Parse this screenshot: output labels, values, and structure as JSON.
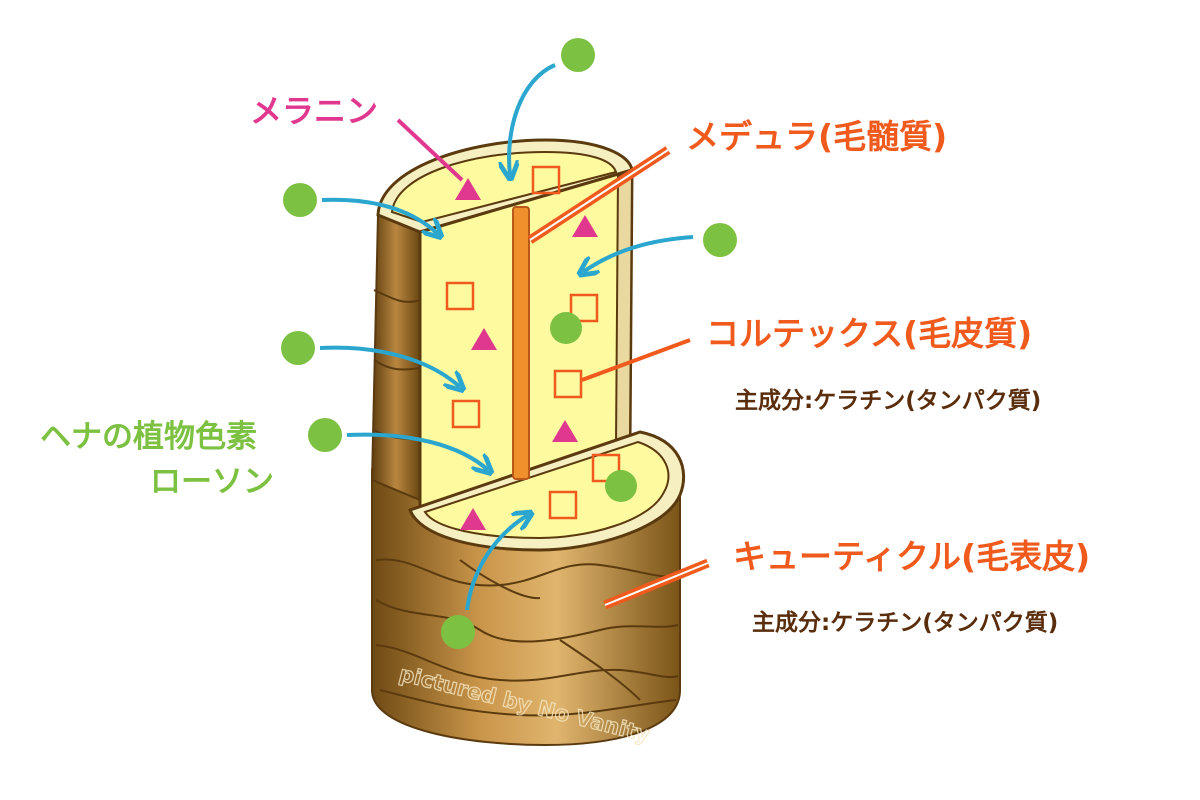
{
  "labels": {
    "melanin": "メラニン",
    "medulla": "メデュラ(毛髄質)",
    "cortex": "コルテックス(毛皮質)",
    "cortex_component": "主成分:ケラチン(タンパク質)",
    "henna_line1": "ヘナの植物色素",
    "henna_line2": "ローソン",
    "cuticle": "キューティクル(毛表皮)",
    "cuticle_component": "主成分:ケラチン(タンパク質)",
    "watermark": "pictured by No Vanity"
  },
  "colors": {
    "melanin": "#e0388f",
    "medulla": "#f05a1c",
    "henna": "#7cc142",
    "arrow": "#2aa6cf",
    "brown_text": "#5a2d0c",
    "cortex_fill": "#fdfaa0",
    "cuticle_dark": "#7a5418",
    "cuticle_light": "#d4a35a"
  }
}
